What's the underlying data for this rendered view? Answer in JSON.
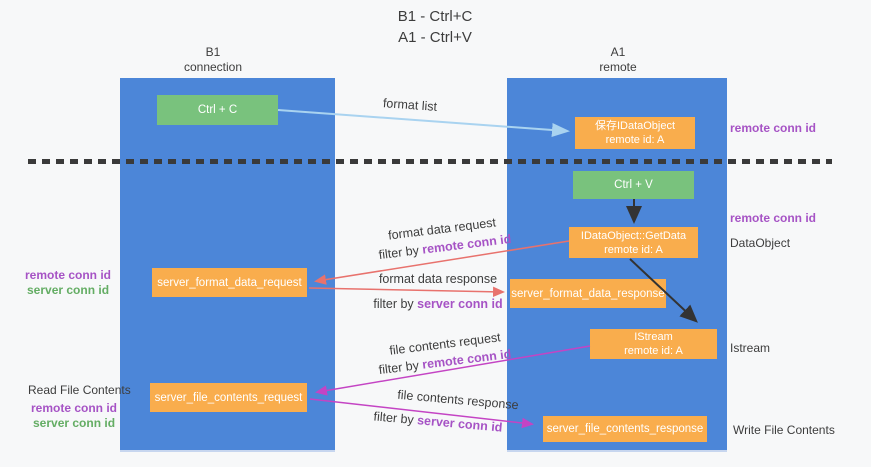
{
  "title": {
    "line1": "B1 - Ctrl+C",
    "line2": "A1 - Ctrl+V"
  },
  "lanes": {
    "left": {
      "name": "B1",
      "role": "connection"
    },
    "right": {
      "name": "A1",
      "role": "remote"
    }
  },
  "nodes": {
    "ctrl_c": {
      "label": "Ctrl + C"
    },
    "save_idataobject": {
      "line1": "保存IDataObject",
      "line2": "remote id: A"
    },
    "ctrl_v": {
      "label": "Ctrl + V"
    },
    "getdata": {
      "line1": "IDataObject::GetData",
      "line2": "remote id: A"
    },
    "format_request": {
      "label": "server_format_data_request"
    },
    "format_response": {
      "label": "server_format_data_response"
    },
    "istream": {
      "line1": "IStream",
      "line2": "remote id: A"
    },
    "file_request": {
      "label": "server_file_contents_request"
    },
    "file_response": {
      "label": "server_file_contents_response"
    }
  },
  "flows": {
    "format_list": {
      "label": "format list"
    },
    "format_data_request": {
      "label": "format data request",
      "filter": "filter by",
      "conn": "remote conn id"
    },
    "format_data_response": {
      "label": "format data response",
      "filter": "filter by",
      "conn": "server conn id"
    },
    "file_contents_request": {
      "label": "file contents request",
      "filter": "filter by",
      "conn": "remote conn id"
    },
    "file_contents_response": {
      "label": "file contents response",
      "filter": "filter by",
      "conn": "server conn id"
    }
  },
  "side_labels": {
    "right_top_conn": "remote conn id",
    "right_mid_conn": "remote conn id",
    "dataobject": "DataObject",
    "istream": "Istream",
    "write_file_contents": "Write File Contents",
    "read_file_contents": "Read File Contents",
    "left_mid": {
      "remote": "remote conn id",
      "server": "server conn id"
    },
    "left_bottom": {
      "remote": "remote conn id",
      "server": "server conn id"
    }
  },
  "colors": {
    "bg": "#f7f8f9",
    "lane_blue": "#4c86d8",
    "box_green": "#79c27d",
    "box_orange": "#f9ad4d",
    "arrow_light_blue": "#a9d3f0",
    "arrow_black": "#333333",
    "arrow_red": "#e8726d",
    "arrow_magenta": "#c444c4",
    "conn_purple": "#a653c5",
    "conn_green": "#64ad64",
    "text_dark": "#3d3d3d",
    "dash_dark": "#3a3a3a"
  }
}
